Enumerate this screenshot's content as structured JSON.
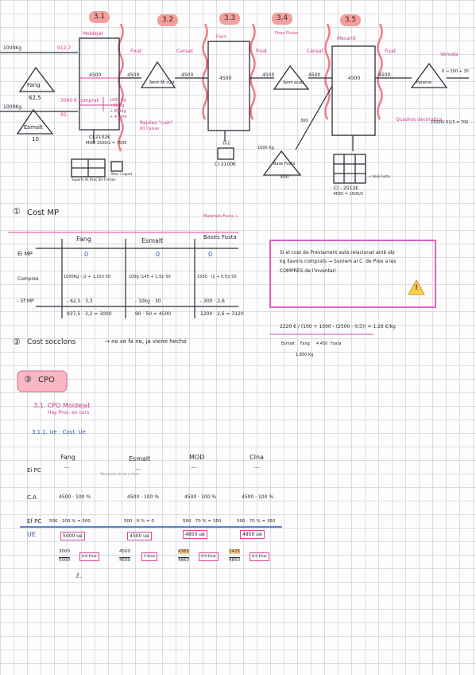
{
  "diagram": {
    "sections": [
      "3.1",
      "3.2",
      "3.3",
      "3.4",
      "3.5"
    ],
    "fang": {
      "qty": "1000Kg",
      "name": "Fang",
      "value": "62,5",
      "flow": "912,7"
    },
    "esmalt": {
      "qty": "1000Kg",
      "name": "Esmalt",
      "value": "10",
      "note": "3000 € comprat",
      "flow": "92,"
    },
    "moldejat": {
      "label": "Moldejat",
      "in": "4500",
      "out": "4500",
      "notes": [
        "1000 Kg",
        "+90 kg",
        "+ Ø 4kg",
        "+ 4 vent"
      ]
    },
    "semi_mol": {
      "label": "Semi Mi cust",
      "out": "4500"
    },
    "forn": {
      "label": "Forn",
      "out": "4500"
    },
    "semi_aca": {
      "label": "Semi acab"
    },
    "mecanit": {
      "label": "Mecanit",
      "out": "4500"
    },
    "paraula": {
      "label": "Parame",
      "out": "0 → 300 + 30"
    },
    "base": {
      "label": "Base Fusta",
      "qty": "300",
      "top": "1000 Kg"
    },
    "labels": {
      "fixed1": "Fixat",
      "cansat1": "Cansat",
      "fixed2": "Fixat",
      "cansat2": "Cansat",
      "fixed3": "Fixat",
      "cansat3": "Cansat",
      "fixed4": "Fixat",
      "venuda": "Venuda",
      "fixes_plutes": "Fixes Plutes",
      "rajoles": "Rajoles \"cuin\"",
      "rajoles_sub": "60 Caixes",
      "ci1": "CI 2102€",
      "ci1b": "MOD 1500/2 = 750€",
      "qmarks": "¿¿¿",
      "ci2": "CI 2100€",
      "ci3": "CI - 2012€",
      "ci3b": "MOD = 1500/2",
      "quadros": "Quadros decoratius",
      "quadros_v": "15000/ 61/3 = 700",
      "grid1": "Suports de llenç Sin Friction",
      "grid2": "Marc i suport",
      "grid3": "+ base Fusta",
      "n4500a": "4500",
      "n4500b": "4500",
      "n4500c": "4500",
      "n4500d": "4500",
      "n300": "300"
    }
  },
  "section1": {
    "number": "①",
    "title": "Cost MP",
    "annotation": "Materials Fusta ↓",
    "headers": [
      "Fang",
      "Esmalt",
      "Bases Fusta"
    ],
    "rows": [
      {
        "label": "Ei MP",
        "cells": [
          "0",
          "0",
          "0"
        ]
      },
      {
        "label": "Compres",
        "cells": [
          "1000Kg · (2 + 1,10)/ 50",
          "100g (145 + 1,9)/ 50",
          "1500 · (2 + 0,5)/ 50"
        ]
      },
      {
        "label": "- Ef MP",
        "cells": [
          "- 62,5 · 3,3",
          "- 10kg · 30",
          "- 300 · 2,6"
        ]
      },
      {
        "label": "",
        "cells": [
          "937,5 · 3,2 = 3000",
          "90 · 50 = 4500",
          "1200 · 2,6 = 3120"
        ]
      }
    ],
    "note": "Si el cost de Previament està relacionat amb els kg llavors comprats → Sumem al C. de Prex a les COMPRES de l'inventari",
    "warn": "!",
    "calc": "2220 € / (100 + 1000 - (2500 - 0,5)) = 1,26 €/kg",
    "calc_sub": [
      "Esmalt",
      "Fang",
      "4 450",
      "Fusta",
      "1.850 Kg"
    ]
  },
  "section2": {
    "number": "②",
    "title": "Cost socclons",
    "note": "→ no se fa ne, ja viene hecho"
  },
  "section3": {
    "number": "③",
    "title": "CPO",
    "sub": "3.1. CPO Moldejat",
    "sub2": "Hay Pros. en curs",
    "sub3": "3.1.1. Ue : Cost. Ue",
    "headers": [
      "Fang",
      "Esmalt",
      "MOD",
      "CIna"
    ],
    "rows": [
      {
        "label": "Ei PC",
        "cells": [
          "—",
          "—",
          "—",
          "—"
        ]
      },
      {
        "label": "C.A",
        "cells": [
          "4500 · 100 %",
          "4500 · 100 %",
          "4500 · 100 %",
          "4500 · 100 %"
        ]
      },
      {
        "label": "Ef PC",
        "cells": [
          "500 · 100 % = 500",
          "500 · 0 % = 0",
          "500 · 70 % = 350",
          "500 · 70 % = 350"
        ]
      },
      {
        "label": "UE",
        "cells": [
          "5000 ue",
          "4500 ue",
          "4850 ue",
          "4850 ue"
        ]
      }
    ],
    "fracs": [
      {
        "num": "3000",
        "den": "5000",
        "res": "0,6 €/ue"
      },
      {
        "num": "4500",
        "den": "4500",
        "res": "1 €/ue"
      },
      {
        "num": "4365",
        "den": "4850",
        "res": "0,9 €/ue"
      },
      {
        "num": "2425",
        "den": "4850",
        "res": "0,5 €/ue"
      }
    ],
    "note_small": "Tot procés iniciat a l'inici",
    "mark": "ℓ."
  }
}
